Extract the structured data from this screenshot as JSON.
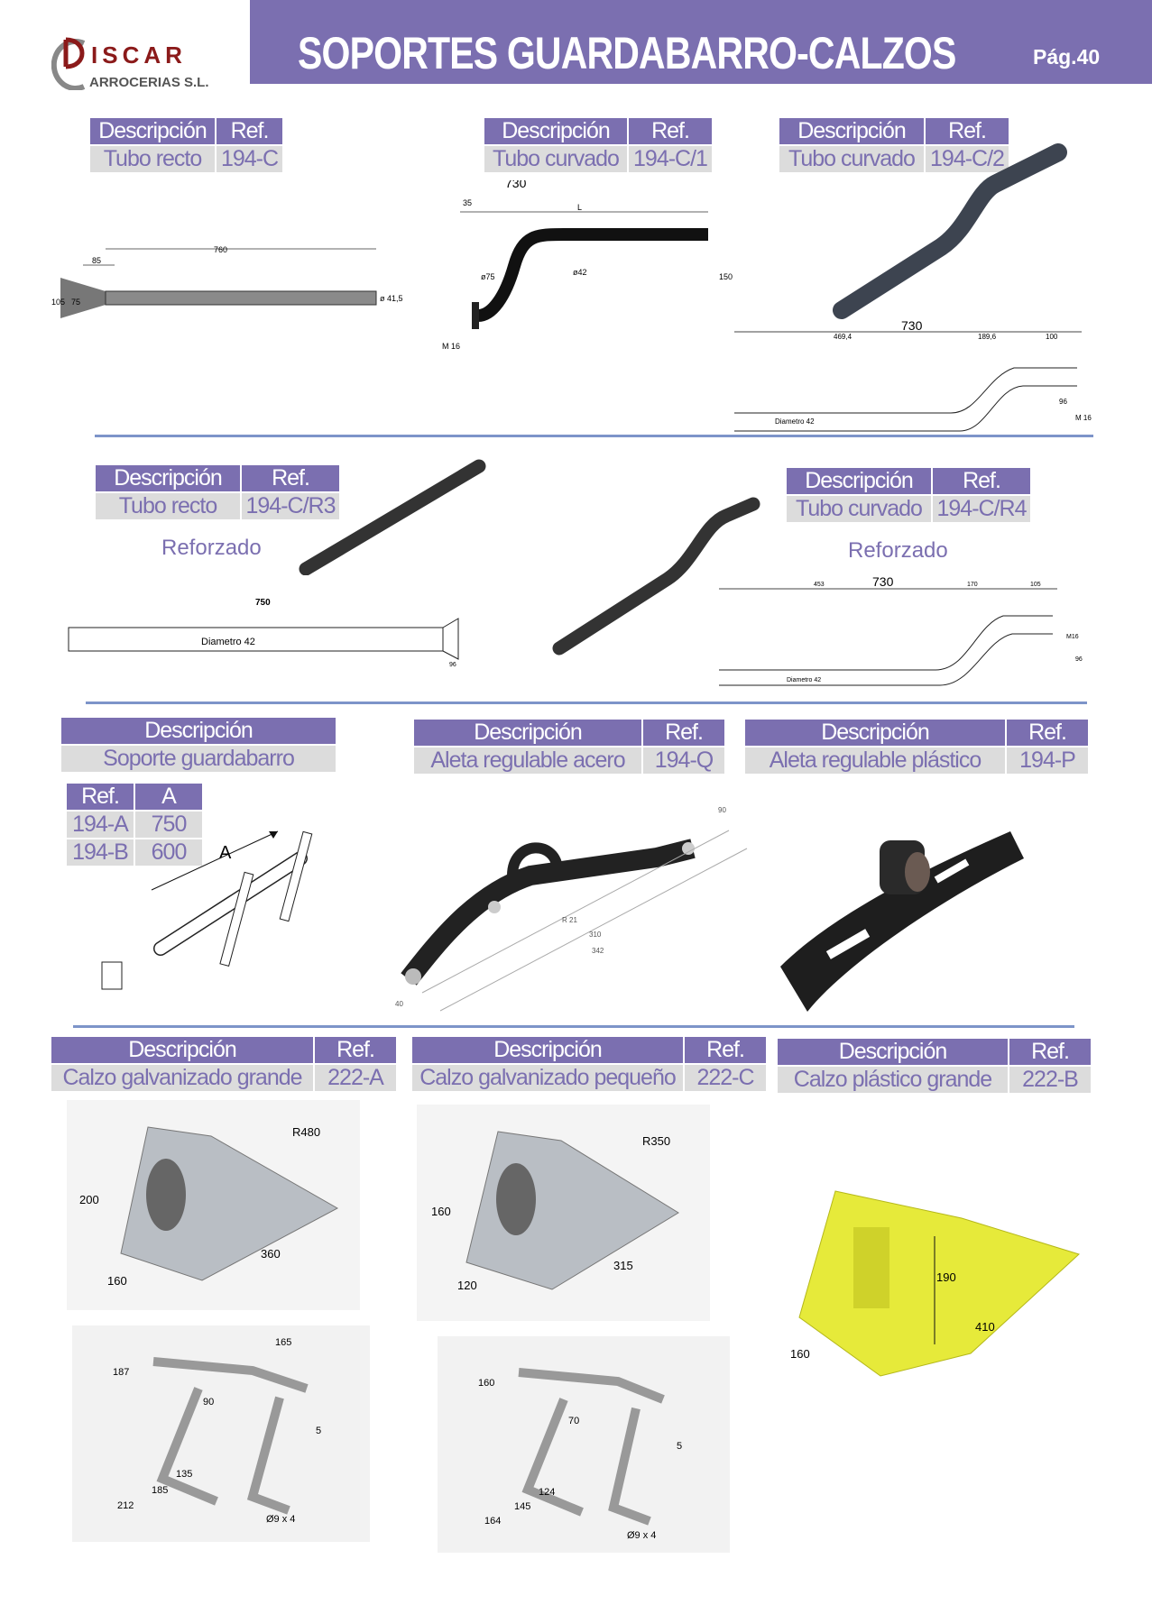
{
  "header": {
    "title": "SOPORTES GUARDABARRO-CALZOS",
    "page": "Pág.40",
    "logo_text": "DISCAR CARROCERIAS S.L.",
    "logo_line1": "ISCAR",
    "logo_line2": "ARROCERIAS S.L."
  },
  "colors": {
    "header": "#7b6fb0",
    "cell": "#dcdcdc",
    "divider": "#7d94c9"
  },
  "labels": {
    "description": "Descripción",
    "ref": "Ref.",
    "a": "A",
    "reinforced": "Reforzado"
  },
  "products": [
    {
      "desc": "Tubo recto",
      "ref": "194-C",
      "dims": [
        "760",
        "85",
        "105",
        "75",
        "ø 41,5"
      ]
    },
    {
      "desc": "Tubo curvado",
      "ref": "194-C/1",
      "dims": [
        "730",
        "35",
        "L",
        "ø75",
        "ø42",
        "150",
        "M 16"
      ]
    },
    {
      "desc": "Tubo curvado",
      "ref": "194-C/2",
      "dims": [
        "730",
        "469,4",
        "189,6",
        "100",
        "96",
        "M 16",
        "Diametro 42"
      ]
    },
    {
      "desc": "Tubo recto",
      "ref": "194-C/R3",
      "dims": [
        "750",
        "Diametro 42",
        "96"
      ]
    },
    {
      "desc": "Tubo curvado",
      "ref": "194-C/R4",
      "dims": [
        "730",
        "453",
        "170",
        "105",
        "96",
        "M16",
        "Diametro 42"
      ]
    },
    {
      "desc": "Soporte guardabarro",
      "ref": "",
      "dims": [
        "A"
      ],
      "variants": [
        {
          "ref": "194-A",
          "a": "750"
        },
        {
          "ref": "194-B",
          "a": "600"
        }
      ]
    },
    {
      "desc": "Aleta regulable acero",
      "ref": "194-Q",
      "dims": [
        "90",
        "R 21",
        "310",
        "342",
        "40"
      ]
    },
    {
      "desc": "Aleta regulable plástico",
      "ref": "194-P"
    },
    {
      "desc": "Calzo galvanizado grande",
      "ref": "222-A",
      "dims": [
        "R480",
        "200",
        "360",
        "160"
      ],
      "bracket_dims": [
        "165",
        "187",
        "90",
        "5",
        "135",
        "185",
        "212",
        "Ø9 x 4"
      ]
    },
    {
      "desc": "Calzo galvanizado pequeño",
      "ref": "222-C",
      "dims": [
        "R350",
        "160",
        "315",
        "120"
      ],
      "bracket_dims": [
        "160",
        "70",
        "5",
        "124",
        "145",
        "164",
        "Ø9 x 4"
      ]
    },
    {
      "desc": "Calzo plástico grande",
      "ref": "222-B",
      "dims": [
        "190",
        "410",
        "160"
      ]
    }
  ]
}
